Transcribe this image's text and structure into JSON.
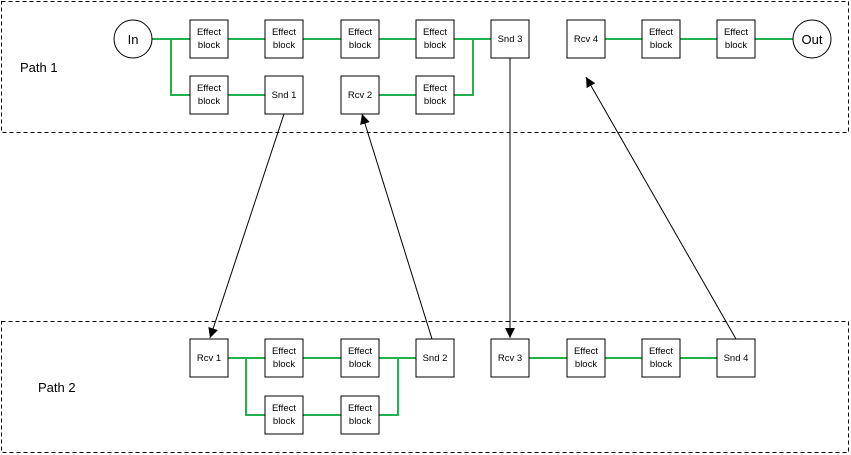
{
  "paths": {
    "path1": "Path 1",
    "path2": "Path 2"
  },
  "terminals": {
    "in": "In",
    "out": "Out"
  },
  "effect_block": [
    "Effect",
    "block"
  ],
  "blocks": {
    "snd1": "Snd 1",
    "rcv2": "Rcv 2",
    "snd3": "Snd 3",
    "rcv4": "Rcv 4",
    "rcv1": "Rcv 1",
    "snd2": "Snd 2",
    "rcv3": "Rcv 3",
    "snd4": "Snd 4"
  },
  "colors": {
    "wire": "#22b14c",
    "arrow": "#000000",
    "border": "#000000"
  }
}
